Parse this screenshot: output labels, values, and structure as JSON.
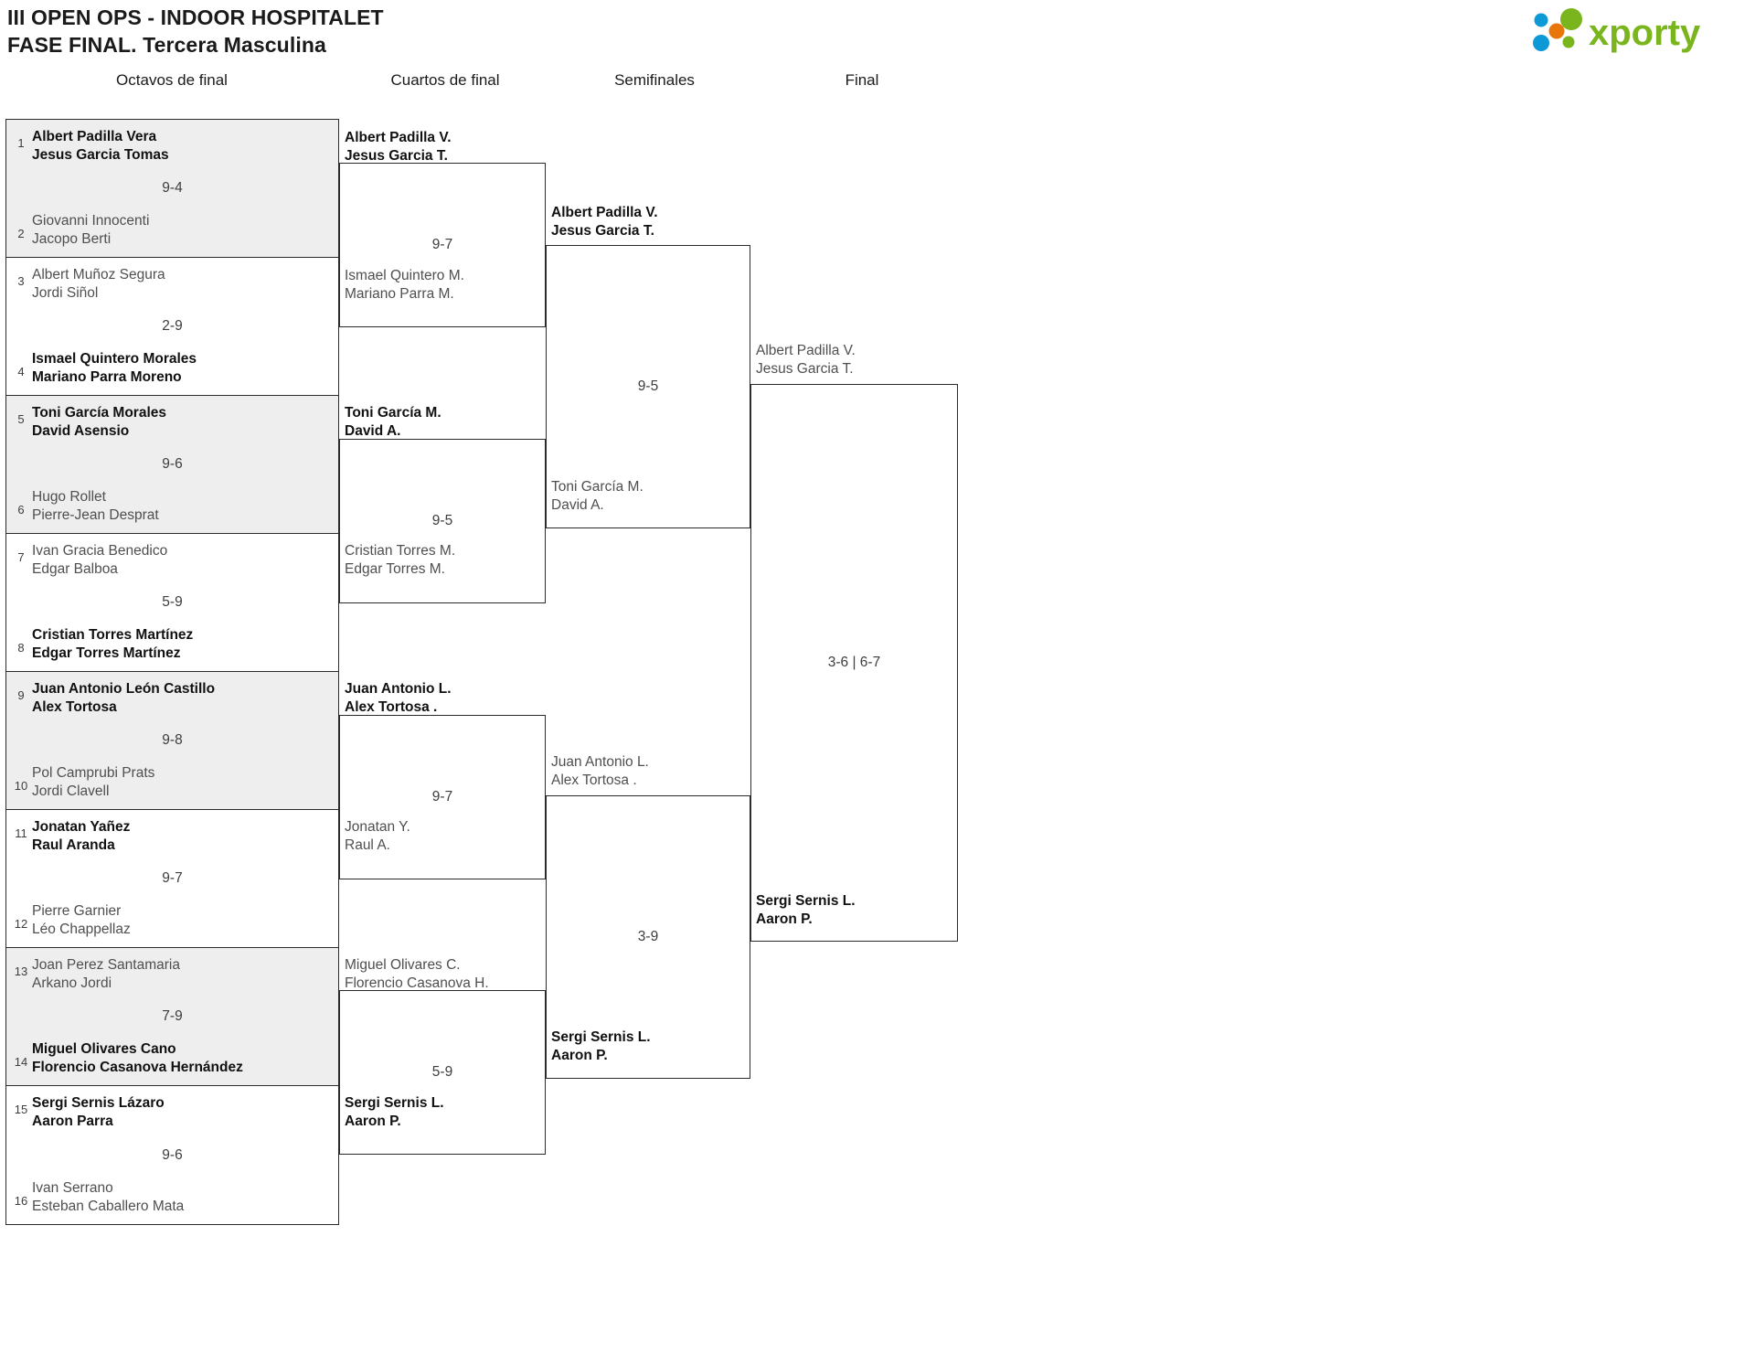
{
  "header": {
    "title_line1": "III OPEN OPS - INDOOR HOSPITALET",
    "title_line2": "FASE FINAL. Tercera Masculina",
    "logo_text": "xporty",
    "logo_colors": {
      "green": "#7ab51d",
      "blue": "#0d99d6",
      "orange": "#e8760a"
    }
  },
  "rounds": [
    {
      "label": "Octavos de final"
    },
    {
      "label": "Cuartos de final"
    },
    {
      "label": "Semifinales"
    },
    {
      "label": "Final"
    }
  ],
  "round1": [
    {
      "seed_top": "1",
      "seed_bottom": "2",
      "score": "9-4",
      "shaded": true,
      "top": {
        "p1": "Albert Padilla Vera",
        "p2": "Jesus Garcia Tomas",
        "winner": true
      },
      "bottom": {
        "p1": "Giovanni Innocenti",
        "p2": "Jacopo Berti",
        "winner": false
      }
    },
    {
      "seed_top": "3",
      "seed_bottom": "4",
      "score": "2-9",
      "shaded": false,
      "top": {
        "p1": "Albert Muñoz Segura",
        "p2": "Jordi Siñol",
        "winner": false
      },
      "bottom": {
        "p1": "Ismael Quintero Morales",
        "p2": "Mariano Parra Moreno",
        "winner": true
      }
    },
    {
      "seed_top": "5",
      "seed_bottom": "6",
      "score": "9-6",
      "shaded": true,
      "top": {
        "p1": "Toni García Morales",
        "p2": "David Asensio",
        "winner": true
      },
      "bottom": {
        "p1": "Hugo Rollet",
        "p2": "Pierre-Jean Desprat",
        "winner": false
      }
    },
    {
      "seed_top": "7",
      "seed_bottom": "8",
      "score": "5-9",
      "shaded": false,
      "top": {
        "p1": "Ivan Gracia Benedico",
        "p2": "Edgar Balboa",
        "winner": false
      },
      "bottom": {
        "p1": "Cristian Torres Martínez",
        "p2": "Edgar Torres Martínez",
        "winner": true
      }
    },
    {
      "seed_top": "9",
      "seed_bottom": "10",
      "score": "9-8",
      "shaded": true,
      "top": {
        "p1": "Juan Antonio León Castillo",
        "p2": "Alex Tortosa",
        "winner": true
      },
      "bottom": {
        "p1": "Pol Camprubi Prats",
        "p2": "Jordi Clavell",
        "winner": false
      }
    },
    {
      "seed_top": "11",
      "seed_bottom": "12",
      "score": "9-7",
      "shaded": false,
      "top": {
        "p1": "Jonatan Yañez",
        "p2": "Raul Aranda",
        "winner": true
      },
      "bottom": {
        "p1": "Pierre Garnier",
        "p2": "Léo Chappellaz",
        "winner": false
      }
    },
    {
      "seed_top": "13",
      "seed_bottom": "14",
      "score": "7-9",
      "shaded": true,
      "top": {
        "p1": "Joan Perez Santamaria",
        "p2": "Arkano Jordi",
        "winner": false
      },
      "bottom": {
        "p1": "Miguel Olivares Cano",
        "p2": "Florencio Casanova Hernández",
        "winner": true
      }
    },
    {
      "seed_top": "15",
      "seed_bottom": "16",
      "score": "9-6",
      "shaded": false,
      "top": {
        "p1": "Sergi Sernis Lázaro",
        "p2": "Aaron Parra",
        "winner": true
      },
      "bottom": {
        "p1": "Ivan Serrano",
        "p2": "Esteban Caballero Mata",
        "winner": false
      }
    }
  ],
  "round2": [
    {
      "score": "9-7",
      "top": {
        "p1": "Albert Padilla V.",
        "p2": "Jesus Garcia T.",
        "winner": true
      },
      "bottom": {
        "p1": "Ismael Quintero M.",
        "p2": "Mariano Parra M.",
        "winner": false
      }
    },
    {
      "score": "9-5",
      "top": {
        "p1": "Toni García M.",
        "p2": "David A.",
        "winner": true
      },
      "bottom": {
        "p1": "Cristian Torres M.",
        "p2": "Edgar Torres M.",
        "winner": false
      }
    },
    {
      "score": "9-7",
      "top": {
        "p1": "Juan Antonio L.",
        "p2": "Alex Tortosa .",
        "winner": true
      },
      "bottom": {
        "p1": "Jonatan Y.",
        "p2": "Raul A.",
        "winner": false
      }
    },
    {
      "score": "5-9",
      "top": {
        "p1": "Miguel Olivares C.",
        "p2": "Florencio Casanova H.",
        "winner": false
      },
      "bottom": {
        "p1": "Sergi Sernis L.",
        "p2": "Aaron P.",
        "winner": true
      }
    }
  ],
  "round3": [
    {
      "score": "9-5",
      "top": {
        "p1": "Albert Padilla V.",
        "p2": "Jesus Garcia T.",
        "winner": true
      },
      "bottom": {
        "p1": "Toni García M.",
        "p2": "David A.",
        "winner": false
      }
    },
    {
      "score": "3-9",
      "top": {
        "p1": "Juan Antonio L.",
        "p2": "Alex Tortosa .",
        "winner": false
      },
      "bottom": {
        "p1": "Sergi Sernis L.",
        "p2": "Aaron P.",
        "winner": true
      }
    }
  ],
  "round4": [
    {
      "score": "3-6 | 6-7",
      "top": {
        "p1": "Albert Padilla V.",
        "p2": "Jesus Garcia T.",
        "winner": false
      },
      "bottom": {
        "p1": "Sergi Sernis L.",
        "p2": "Aaron P.",
        "winner": true
      }
    }
  ]
}
